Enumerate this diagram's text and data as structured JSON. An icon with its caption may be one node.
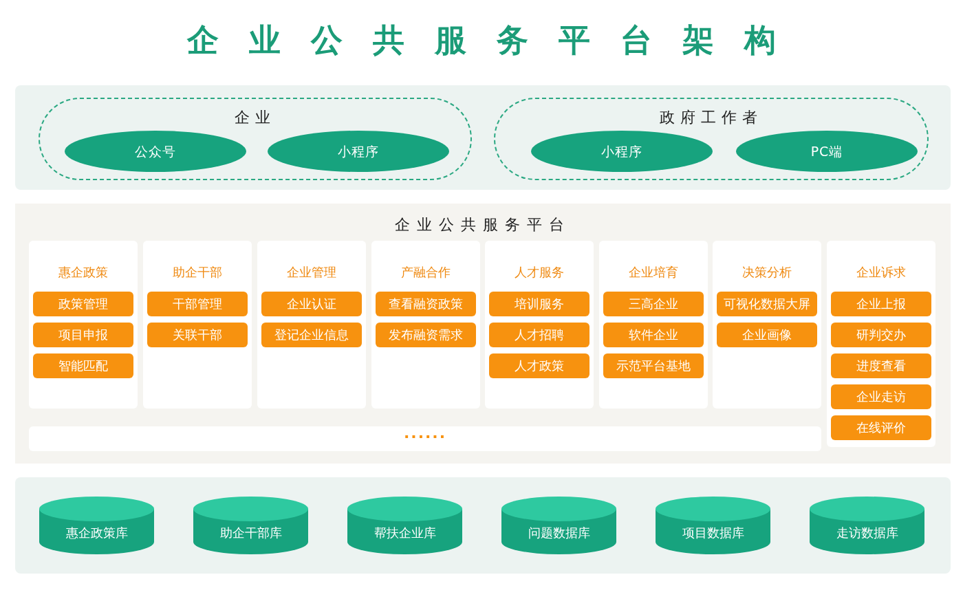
{
  "diagram": {
    "title": "企业公共服务平台架构",
    "nodes": [
      {
        "text": [],
        "shape": "box"
      },
      {
        "text": [
          "企业"
        ],
        "in": 0
      },
      {
        "text": [
          "公众号"
        ],
        "in": 1
      },
      {
        "text": [
          "小程序"
        ],
        "in": 1
      },
      {
        "text": [
          "政府工作者"
        ],
        "in": 0
      },
      {
        "text": [
          "小程序"
        ],
        "in": 4
      },
      {
        "text": [
          "PC端"
        ],
        "in": 4
      },
      {
        "text": [
          "企业公共服务平台"
        ]
      },
      {
        "text": [
          "惠企政策"
        ],
        "in": 7
      },
      {
        "text": [
          "政策管理"
        ],
        "in": 8
      },
      {
        "text": [
          "项目申报"
        ],
        "in": 8
      },
      {
        "text": [
          "智能匹配"
        ],
        "in": 8
      },
      {
        "text": [
          "助企干部"
        ],
        "in": 7
      },
      {
        "text": [
          "干部管理"
        ],
        "in": 12
      },
      {
        "text": [
          "关联干部"
        ],
        "in": 12
      },
      {
        "text": [
          "企业管理"
        ],
        "in": 7
      },
      {
        "text": [
          "企业认证"
        ],
        "in": 15
      },
      {
        "text": [
          "登记企业信息"
        ],
        "in": 15
      },
      {
        "text": [
          "产融合作"
        ],
        "in": 7
      },
      {
        "text": [
          "查看融资政策"
        ],
        "in": 18
      },
      {
        "text": [
          "发布融资需求"
        ],
        "in": 18
      },
      {
        "text": [
          "人才服务"
        ],
        "in": 7
      },
      {
        "text": [
          "培训服务"
        ],
        "in": 21
      },
      {
        "text": [
          "人才招聘"
        ],
        "in": 21
      },
      {
        "text": [
          "人才政策"
        ],
        "in": 21
      },
      {
        "text": [
          "企业培育"
        ],
        "in": 7
      },
      {
        "text": [
          "三高企业"
        ],
        "in": 25
      },
      {
        "text": [
          "软件企业"
        ],
        "in": 25
      },
      {
        "text": [
          "示范平台基地"
        ],
        "in": 25
      },
      {
        "text": [
          "决策分析"
        ],
        "in": 7
      },
      {
        "text": [
          "可视化数据大屏"
        ],
        "in": 29
      },
      {
        "text": [
          "企业画像"
        ],
        "in": 29
      },
      {
        "text": [
          "企业诉求"
        ],
        "in": 7
      },
      {
        "text": [
          "企业上报"
        ],
        "in": 32
      },
      {
        "text": [
          "研判交办"
        ],
        "in": 32
      },
      {
        "text": [
          "进度查看"
        ],
        "in": 32
      },
      {
        "text": [
          "企业走访"
        ],
        "in": 32
      },
      {
        "text": [
          "在线评价"
        ],
        "in": 32
      },
      {
        "text": [
          "······"
        ],
        "in": 7
      },
      {
        "text": [],
        "shape": "box"
      },
      {
        "text": [
          "惠企政策库"
        ],
        "in": 39
      },
      {
        "text": [
          "助企干部库"
        ],
        "in": 39
      },
      {
        "text": [
          "帮扶企业库"
        ],
        "in": 39
      },
      {
        "text": [
          "问题数据库"
        ],
        "in": 39
      },
      {
        "text": [
          "项目数据库"
        ],
        "in": 39
      },
      {
        "text": [
          "走访数据库"
        ],
        "in": 39
      }
    ]
  }
}
